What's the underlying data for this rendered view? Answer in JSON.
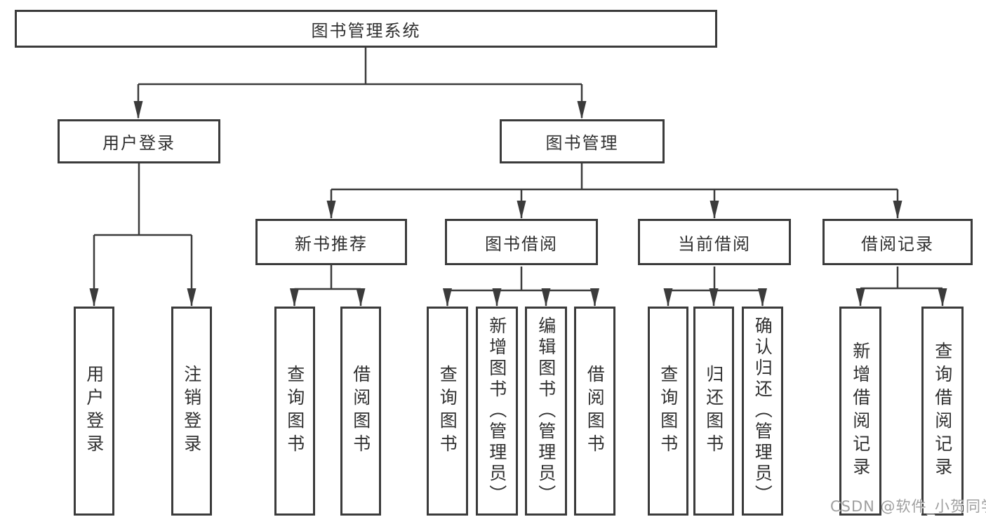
{
  "diagram": {
    "root": {
      "label": "图书管理系统"
    },
    "level2": {
      "user_login": {
        "label": "用户登录"
      },
      "book_mgmt": {
        "label": "图书管理"
      }
    },
    "level3": {
      "new_book_rec": {
        "label": "新书推荐"
      },
      "book_borrow": {
        "label": "图书借阅"
      },
      "current_borrow": {
        "label": "当前借阅"
      },
      "borrow_records": {
        "label": "借阅记录"
      }
    },
    "leaves": [
      {
        "label": "用户登录"
      },
      {
        "label": "注销登录"
      },
      {
        "label": "查询图书"
      },
      {
        "label": "借阅图书"
      },
      {
        "label": "查询图书"
      },
      {
        "label": "新增图书（管理员）"
      },
      {
        "label": "编辑图书（管理员）"
      },
      {
        "label": "借阅图书"
      },
      {
        "label": "查询图书"
      },
      {
        "label": "归还图书"
      },
      {
        "label": "确认归还（管理员）"
      },
      {
        "label": "新增借阅记录"
      },
      {
        "label": "查询借阅记录"
      }
    ]
  },
  "watermark": {
    "text": "CSDN @软件_小贺同学"
  },
  "colors": {
    "line": "#3b3b3b",
    "text": "#303030",
    "watermark": "#9f9f9f",
    "background": "#ffffff"
  }
}
